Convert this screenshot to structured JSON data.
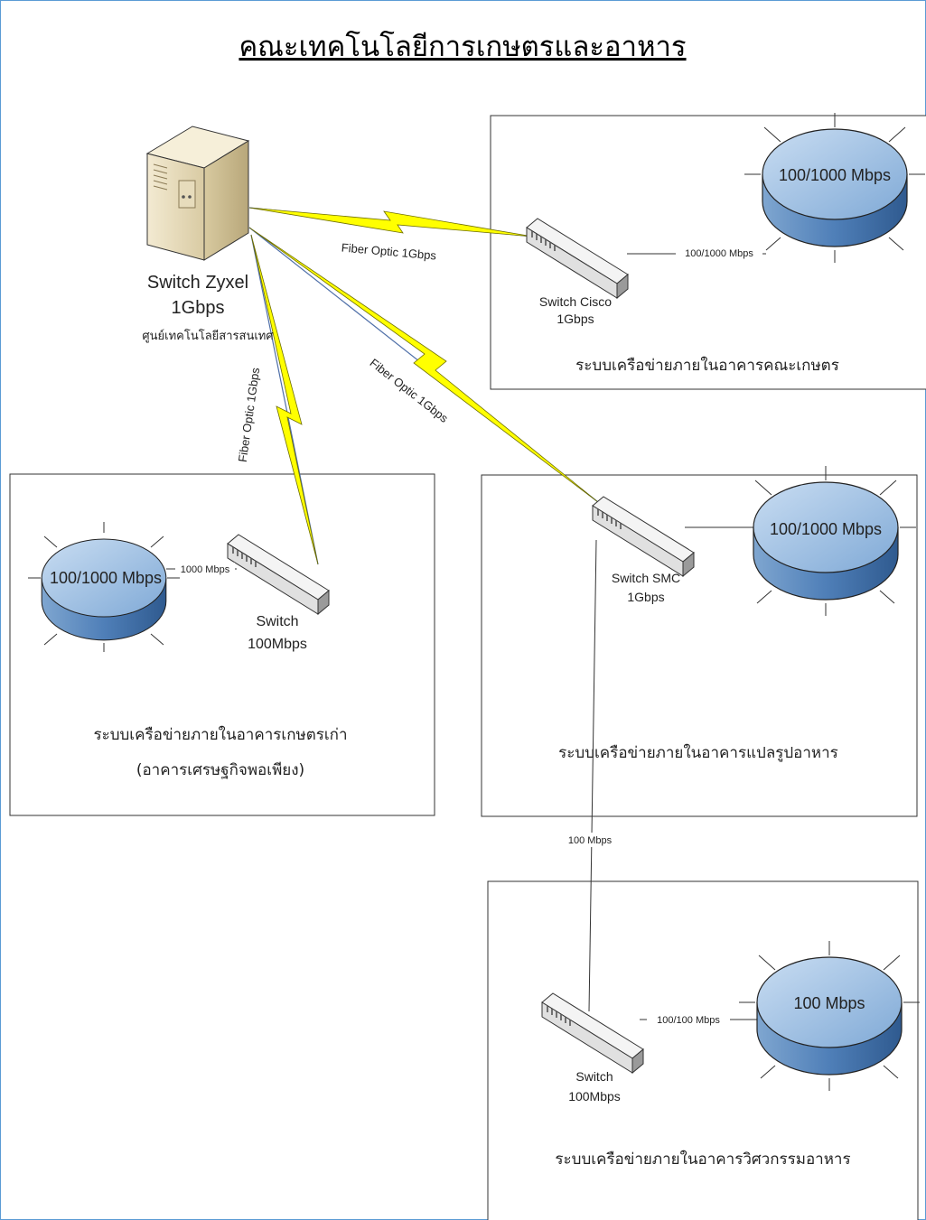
{
  "title": "คณะเทคโนโลยีการเกษตรและอาหาร",
  "core": {
    "name_line1": "Switch Zyxel",
    "name_line2": "1Gbps",
    "location": "ศูนย์เทคโนโลยีสารสนเทศ",
    "icon": "server-tower-icon"
  },
  "links": {
    "fiber_cisco": "Fiber Optic 1Gbps",
    "fiber_smc": "Fiber Optic 1Gbps",
    "fiber_old": "Fiber Optic 1Gbps",
    "smc_to_eng": "100 Mbps"
  },
  "buildings": [
    {
      "id": "agri",
      "caption": "ระบบเครือข่ายภายในอาคารคณะเกษตร",
      "switch_line1": "Switch Cisco",
      "switch_line2": "1Gbps",
      "lan_link": "100/1000 Mbps",
      "lan_label": "100/1000 Mbps"
    },
    {
      "id": "old",
      "caption": "ระบบเครือข่ายภายในอาคารเกษตรเก่า",
      "caption2": "(อาคารเศรษฐกิจพอเพียง)",
      "switch_line1": "Switch",
      "switch_line2": "100Mbps",
      "lan_link": "1000 Mbps",
      "lan_label": "100/1000 Mbps"
    },
    {
      "id": "food",
      "caption": "ระบบเครือข่ายภายในอาคารแปลรูปอาหาร",
      "switch_line1": "Switch SMC",
      "switch_line2": "1Gbps",
      "lan_link": "",
      "lan_label": "100/1000 Mbps"
    },
    {
      "id": "eng",
      "caption": "ระบบเครือข่ายภายในอาคารวิศวกรรมอาหาร",
      "switch_line1": "Switch",
      "switch_line2": "100Mbps",
      "lan_link": "100/100 Mbps",
      "lan_label": "100 Mbps"
    }
  ],
  "colors": {
    "frame": "#5b9bd5",
    "lightning": "#ffff00",
    "fiber_line": "#4f6fa8",
    "lan_top": "#9cc3e6",
    "lan_side": "#5e90c4"
  }
}
